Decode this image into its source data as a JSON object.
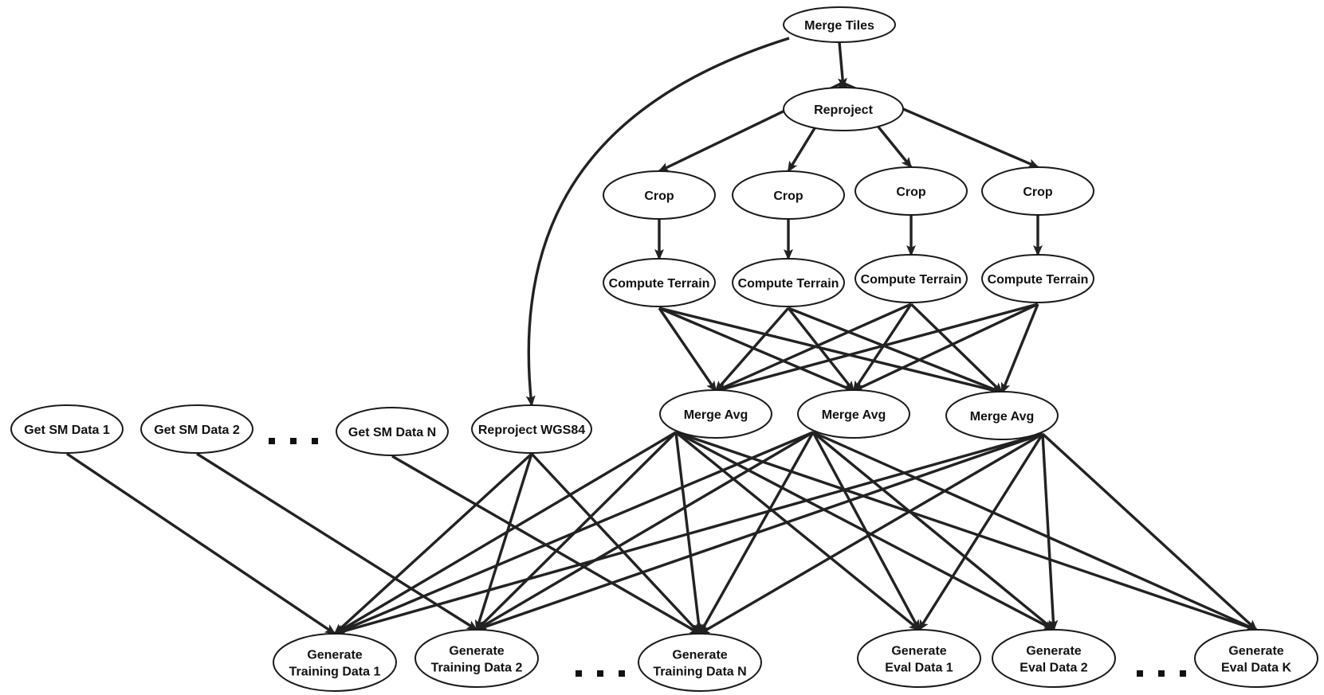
{
  "diagram": {
    "nodes": [
      {
        "id": "merge_tiles",
        "lines": [
          "Merge Tiles"
        ]
      },
      {
        "id": "reproject",
        "lines": [
          "Reproject"
        ]
      },
      {
        "id": "crop1",
        "lines": [
          "Crop"
        ]
      },
      {
        "id": "crop2",
        "lines": [
          "Crop"
        ]
      },
      {
        "id": "crop3",
        "lines": [
          "Crop"
        ]
      },
      {
        "id": "crop4",
        "lines": [
          "Crop"
        ]
      },
      {
        "id": "terrain1",
        "lines": [
          "Compute Terrain"
        ]
      },
      {
        "id": "terrain2",
        "lines": [
          "Compute Terrain"
        ]
      },
      {
        "id": "terrain3",
        "lines": [
          "Compute Terrain"
        ]
      },
      {
        "id": "terrain4",
        "lines": [
          "Compute Terrain"
        ]
      },
      {
        "id": "avg1",
        "lines": [
          "Merge Avg"
        ]
      },
      {
        "id": "avg2",
        "lines": [
          "Merge Avg"
        ]
      },
      {
        "id": "avg3",
        "lines": [
          "Merge Avg"
        ]
      },
      {
        "id": "sm1",
        "lines": [
          "Get SM Data 1"
        ]
      },
      {
        "id": "sm2",
        "lines": [
          "Get SM Data 2"
        ]
      },
      {
        "id": "smN",
        "lines": [
          "Get SM Data N"
        ]
      },
      {
        "id": "wgs84",
        "lines": [
          "Reproject WGS84"
        ]
      },
      {
        "id": "train1",
        "lines": [
          "Generate",
          "Training Data 1"
        ]
      },
      {
        "id": "train2",
        "lines": [
          "Generate",
          "Training Data 2"
        ]
      },
      {
        "id": "trainN",
        "lines": [
          "Generate",
          "Training Data N"
        ]
      },
      {
        "id": "eval1",
        "lines": [
          "Generate",
          "Eval Data 1"
        ]
      },
      {
        "id": "eval2",
        "lines": [
          "Generate",
          "Eval Data 2"
        ]
      },
      {
        "id": "evalK",
        "lines": [
          "Generate",
          "Eval Data K"
        ]
      }
    ],
    "edges": [
      [
        "merge_tiles",
        "reproject"
      ],
      [
        "merge_tiles",
        "wgs84"
      ],
      [
        "reproject",
        "crop1"
      ],
      [
        "reproject",
        "crop2"
      ],
      [
        "reproject",
        "crop3"
      ],
      [
        "reproject",
        "crop4"
      ],
      [
        "crop1",
        "terrain1"
      ],
      [
        "crop2",
        "terrain2"
      ],
      [
        "crop3",
        "terrain3"
      ],
      [
        "crop4",
        "terrain4"
      ],
      [
        "terrain1",
        "avg1"
      ],
      [
        "terrain1",
        "avg2"
      ],
      [
        "terrain1",
        "avg3"
      ],
      [
        "terrain2",
        "avg1"
      ],
      [
        "terrain2",
        "avg2"
      ],
      [
        "terrain2",
        "avg3"
      ],
      [
        "terrain3",
        "avg1"
      ],
      [
        "terrain3",
        "avg2"
      ],
      [
        "terrain3",
        "avg3"
      ],
      [
        "terrain4",
        "avg1"
      ],
      [
        "terrain4",
        "avg2"
      ],
      [
        "terrain4",
        "avg3"
      ],
      [
        "sm1",
        "train1"
      ],
      [
        "sm2",
        "train2"
      ],
      [
        "smN",
        "trainN"
      ],
      [
        "wgs84",
        "train1"
      ],
      [
        "wgs84",
        "train2"
      ],
      [
        "wgs84",
        "trainN"
      ],
      [
        "avg1",
        "train1"
      ],
      [
        "avg1",
        "train2"
      ],
      [
        "avg1",
        "trainN"
      ],
      [
        "avg1",
        "eval1"
      ],
      [
        "avg1",
        "eval2"
      ],
      [
        "avg1",
        "evalK"
      ],
      [
        "avg2",
        "train1"
      ],
      [
        "avg2",
        "train2"
      ],
      [
        "avg2",
        "trainN"
      ],
      [
        "avg2",
        "eval1"
      ],
      [
        "avg2",
        "eval2"
      ],
      [
        "avg2",
        "evalK"
      ],
      [
        "avg3",
        "train1"
      ],
      [
        "avg3",
        "train2"
      ],
      [
        "avg3",
        "trainN"
      ],
      [
        "avg3",
        "eval1"
      ],
      [
        "avg3",
        "eval2"
      ],
      [
        "avg3",
        "evalK"
      ]
    ],
    "ellipsis_symbols": [
      "sm-ellipsis",
      "train-ellipsis",
      "eval-ellipsis"
    ]
  }
}
